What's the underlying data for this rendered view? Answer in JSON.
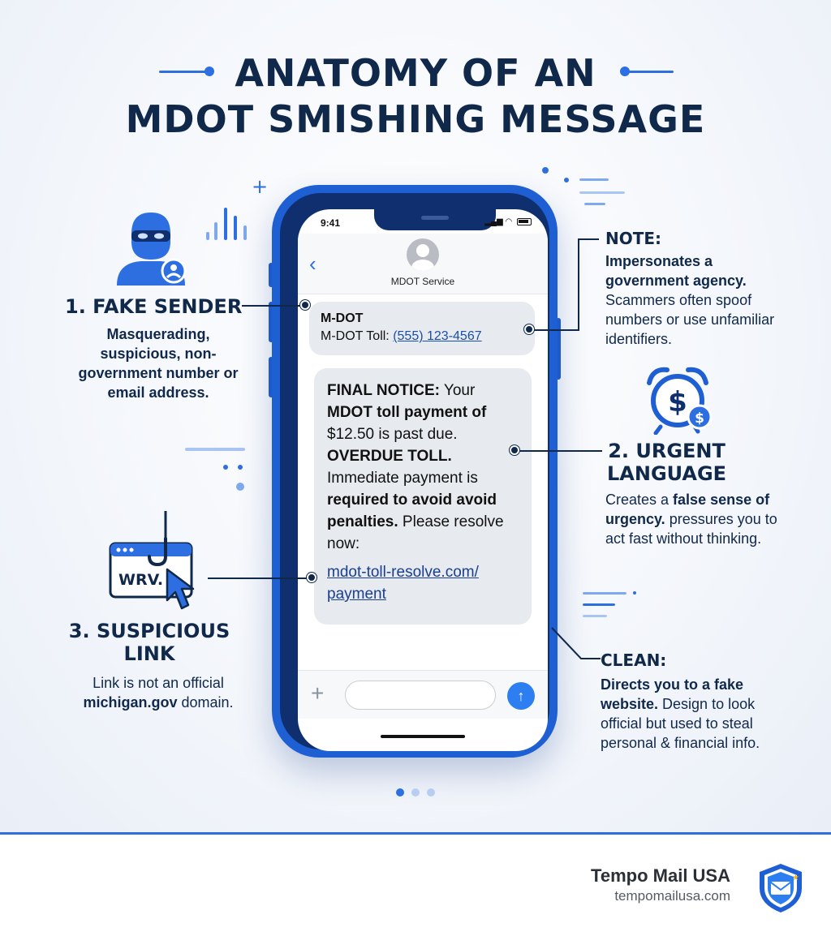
{
  "title": {
    "line1": "ANATOMY OF AN",
    "line2": "MDOT SMISHING MESSAGE"
  },
  "phone": {
    "time": "9:41",
    "sender_name": "MDOT Service",
    "bubble1": {
      "line1": "M-DOT",
      "line2_prefix": "M-DOT Toll: ",
      "phone_number": "(555) 123-4567"
    },
    "bubble2": {
      "p1_bold": "FINAL NOTICE:",
      "p1_a": " Your ",
      "p1_bold2": "MDOT toll payment of",
      "p1_b": " $12.50 is past due. ",
      "p2_bold": "OVERDUE TOLL.",
      "p3_a": " Immediate payment is ",
      "p3_bold": "required to avoid avoid penalties.",
      "p4": " Please resolve now:",
      "url": "mdot-toll-resolve.com/ payment"
    }
  },
  "callouts": {
    "fake_sender": {
      "heading": "1. FAKE SENDER",
      "desc": "Masquerading, suspicious, non-government number or email address."
    },
    "note": {
      "heading": "NOTE:",
      "desc_bold": "Impersonates a government agency.",
      "desc_rest": " Scammers often spoof numbers or use unfamiliar identifiers."
    },
    "urgent": {
      "heading_l1": "2. URGENT",
      "heading_l2": "LANGUAGE",
      "desc_a": "Creates a ",
      "desc_bold": "false sense of urgency.",
      "desc_rest": " pressures you to act fast without thinking."
    },
    "suspicious_link": {
      "heading_l1": "3. SUSPICIOUS",
      "heading_l2": "LINK",
      "icon_text": "WRV.",
      "desc_a": "Link is not an official ",
      "desc_bold": "michigan.gov",
      "desc_rest": " domain."
    },
    "clean": {
      "heading": "CLEAN:",
      "desc_bold": "Directs you to a fake website.",
      "desc_rest": " Design to look official but used to steal personal & financial info."
    }
  },
  "footer": {
    "brand_name": "Tempo Mail USA",
    "brand_site": "tempomailusa.com"
  },
  "colors": {
    "accent": "#2d6fe0",
    "navy": "#10284a",
    "phone_frame": "#1f5fd4",
    "bubble": "#e7eaef"
  },
  "icons": [
    "masked-hacker-icon",
    "alarm-clock-dollar-icon",
    "browser-hook-cursor-icon",
    "shield-envelope-logo-icon"
  ]
}
